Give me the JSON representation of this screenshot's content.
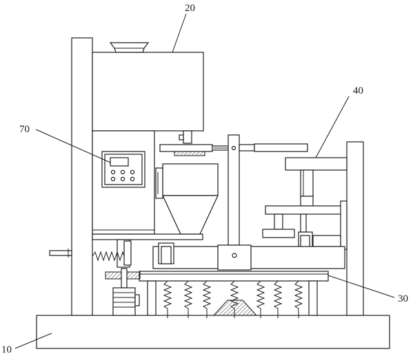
{
  "labels": {
    "base": "10",
    "hopper": "20",
    "platform": "30",
    "press": "40",
    "controller": "70"
  },
  "colors": {
    "stroke": "#1a1a1a",
    "fill": "#ffffff",
    "hatch": "#555555"
  },
  "icons": {
    "motor": "motor-icon",
    "gear": "gear-icon",
    "spring": "spring-icon"
  }
}
